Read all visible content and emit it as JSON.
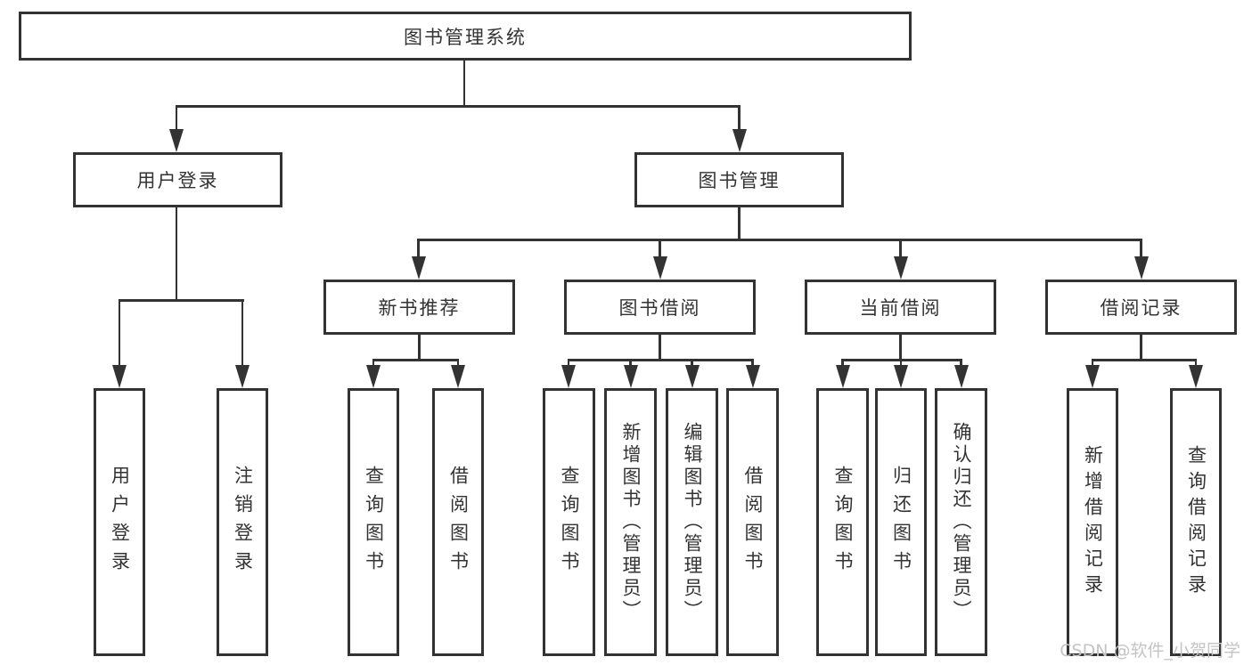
{
  "tree": {
    "label": "图书管理系统",
    "children": [
      {
        "label": "用户登录",
        "children": [
          {
            "label": "用户登录"
          },
          {
            "label": "注销登录"
          }
        ]
      },
      {
        "label": "图书管理",
        "children": [
          {
            "label": "新书推荐",
            "children": [
              {
                "label": "查询图书"
              },
              {
                "label": "借阅图书"
              }
            ]
          },
          {
            "label": "图书借阅",
            "children": [
              {
                "label": "查询图书"
              },
              {
                "label": "新增图书（管理员）"
              },
              {
                "label": "编辑图书（管理员）"
              },
              {
                "label": "借阅图书"
              }
            ]
          },
          {
            "label": "当前借阅",
            "children": [
              {
                "label": "查询图书"
              },
              {
                "label": "归还图书"
              },
              {
                "label": "确认归还（管理员）"
              }
            ]
          },
          {
            "label": "借阅记录",
            "children": [
              {
                "label": "新增借阅记录"
              },
              {
                "label": "查询借阅记录"
              }
            ]
          }
        ]
      }
    ]
  },
  "watermark": {
    "text": "CSDN @软件_小贺同学"
  },
  "colors": {
    "line": "#333333",
    "node_border": "#333333",
    "text": "#333333",
    "watermark": "#c4c4c4",
    "background": "#ffffff"
  }
}
